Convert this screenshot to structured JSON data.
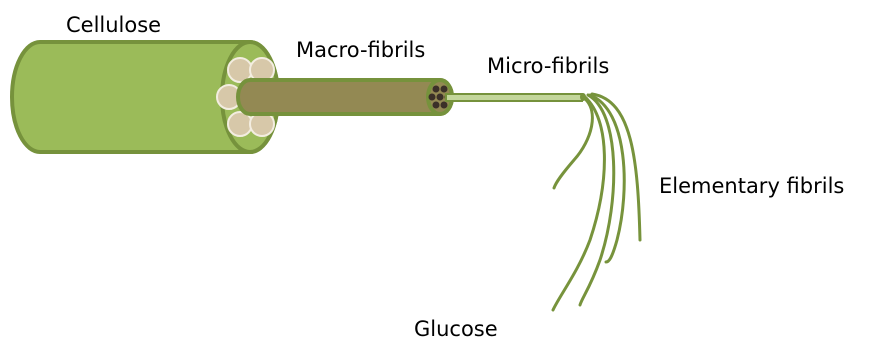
{
  "labels": {
    "cellulose": "Cellulose",
    "macro_fibrils": "Macro-fibrils",
    "micro_fibrils": "Micro-fibrils",
    "elementary_fibrils": "Elementary fibrils",
    "glucose": "Glucose"
  },
  "colors": {
    "cellulose_fill": "#9bbb59",
    "cellulose_stroke": "#76923c",
    "inner_circle_fill": "#d7c8a9",
    "macro_fill": "#938953",
    "micro_fill": "#c3d69b",
    "fibril_stroke": "#77933c",
    "dark_core": "#3b3028"
  }
}
